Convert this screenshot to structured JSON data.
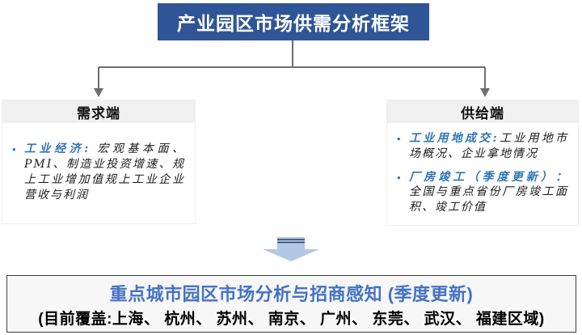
{
  "title": "产业园区市场供需分析框架",
  "demand": {
    "header": "需求端",
    "bullets": [
      {
        "keyword": "工业经济:",
        "text": " 宏观基本面、PMI、制造业投资增速、规上工业增加值规上工业企业营收与利润"
      }
    ]
  },
  "supply": {
    "header": "供给端",
    "bullets": [
      {
        "keyword": "工业用地成交:",
        "text": "工业用地市场概况、企业拿地情况"
      },
      {
        "keyword": "厂房竣工（季度更新）：",
        "text": " 全国与重点省份厂房竣工面积、竣工价值"
      }
    ]
  },
  "bottom": {
    "title": "重点城市园区市场分析与招商感知 (季度更新)",
    "subtitle": "(目前覆盖:上海、 杭州、 苏州、 南京、 广州、 东莞、 武汉、 福建区域)"
  },
  "icons": {
    "bullet": "•"
  },
  "colors": {
    "title_bg": "#2F5597",
    "header_bg": "#F0F0F0",
    "keyword_blue": "#2E75B6",
    "bottom_title_blue": "#4472C4",
    "connector_gray": "#6E6E6E",
    "arrow_fill": "#B4C7E7",
    "arrow_stripe": "#1F3864",
    "bottom_box_bg": "#F7F7F7",
    "bottom_box_border": "#3D3D3D"
  }
}
